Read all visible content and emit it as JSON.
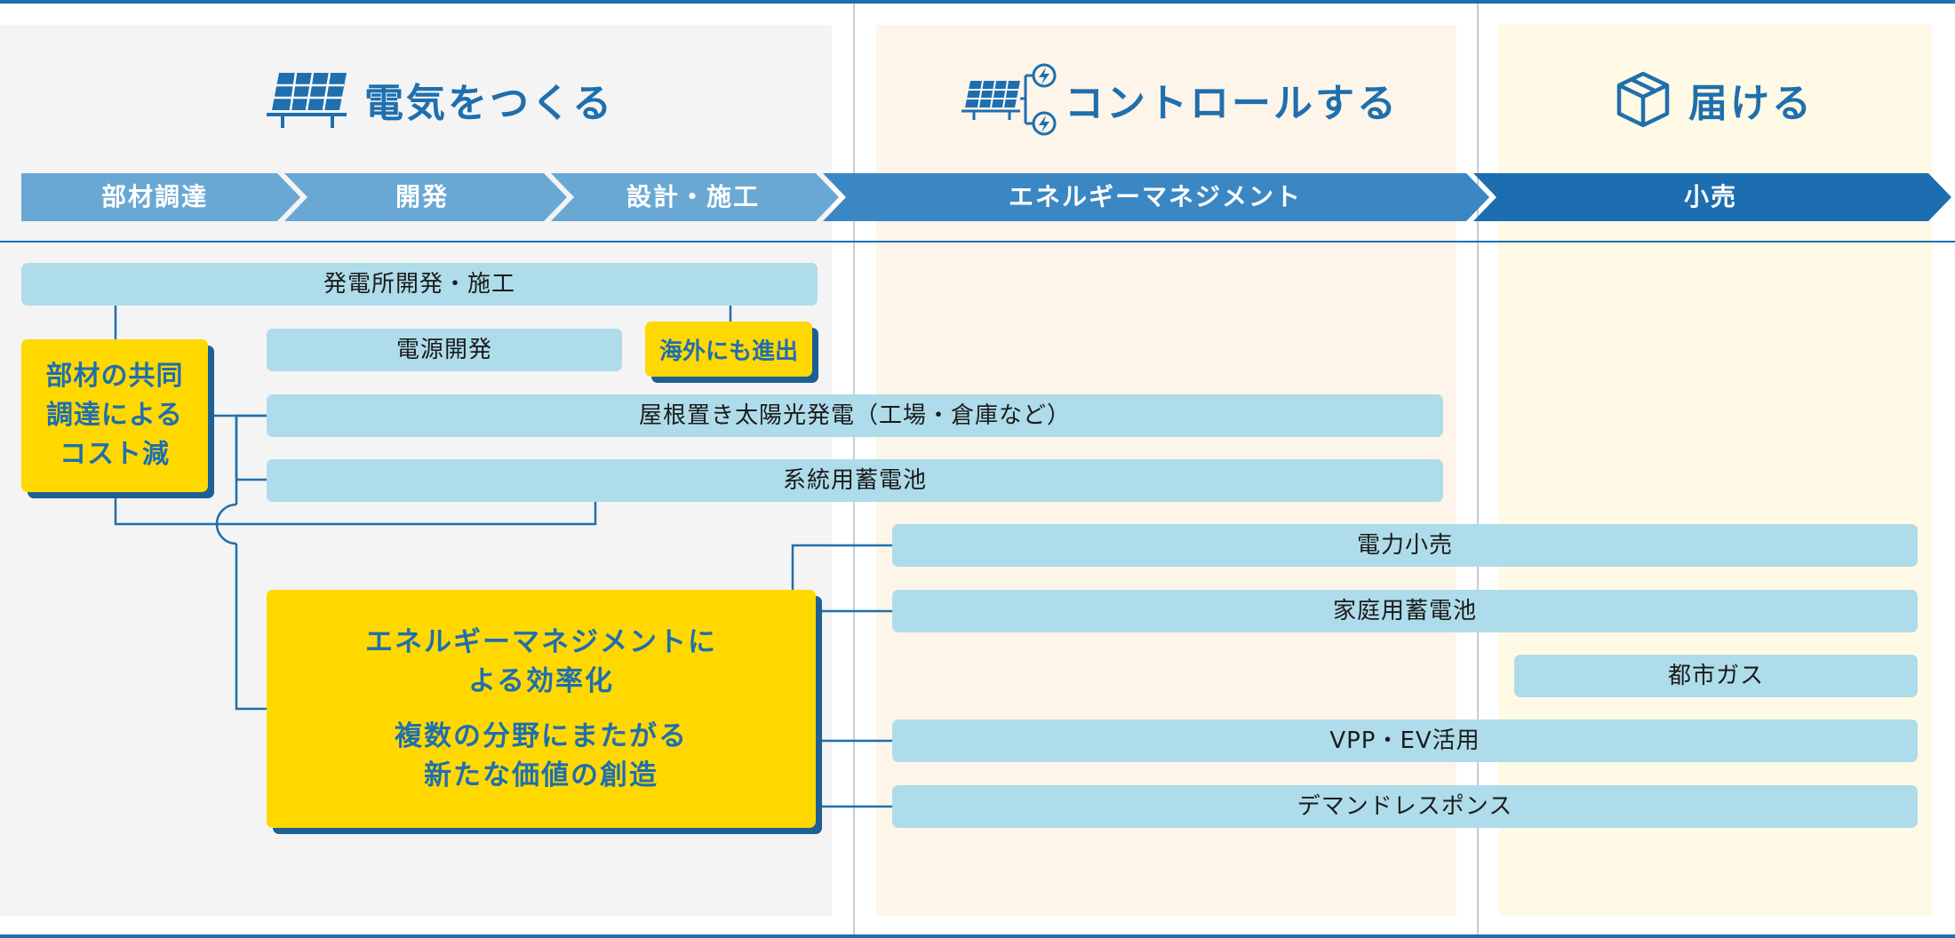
{
  "sections": {
    "make": {
      "title": "電気をつくる",
      "icon": "solar-panel-icon"
    },
    "control": {
      "title": "コントロールする",
      "icon": "solar-panel-lightning-icon"
    },
    "deliver": {
      "title": "届ける",
      "icon": "package-box-icon"
    }
  },
  "stages": [
    "部材調達",
    "開発",
    "設計・施工",
    "エネルギーマネジメント",
    "小売"
  ],
  "bars": {
    "plant_dev": "発電所開発・施工",
    "power_dev": "電源開発",
    "rooftop": "屋根置き太陽光発電（工場・倉庫など）",
    "grid_battery": "系統用蓄電池",
    "retail_power": "電力小売",
    "home_battery": "家庭用蓄電池",
    "city_gas": "都市ガス",
    "vpp_ev": "VPP・EV活用",
    "demand_response": "デマンドレスポンス"
  },
  "highlights": {
    "overseas": "海外にも進出",
    "procurement": {
      "line1": "部材の共同",
      "line2": "調達による",
      "line3": "コスト減"
    },
    "energy_mgmt": {
      "line1": "エネルギーマネジメントに",
      "line2": "よる効率化",
      "line3": "複数の分野にまたがる",
      "line4": "新たな価値の創造"
    }
  },
  "colors": {
    "primary_blue": "#1f6fae",
    "stage_light": "#6aa8d4",
    "stage_mid": "#3b87c4",
    "stage_dark": "#1d6db1",
    "bar_fill": "#aedcea",
    "highlight_yellow": "#ffd800",
    "bg_make": "#f4f4f4",
    "bg_control": "#fdf5ea",
    "bg_deliver": "#fefae5"
  }
}
